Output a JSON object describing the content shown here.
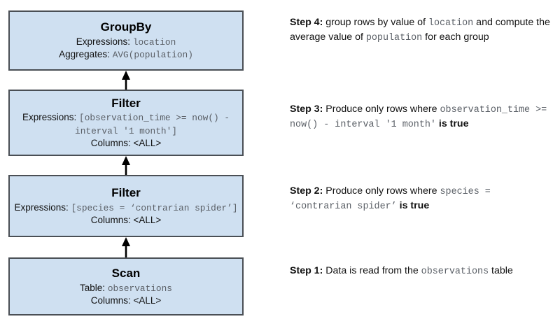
{
  "diagram": {
    "type": "query-plan-flow",
    "background_color": "#ffffff",
    "node_fill_color": "#cfe0f1",
    "node_border_color": "#4a4f55",
    "code_text_color": "#5a5f66",
    "label_text_color": "#111111",
    "arrow_color": "#000000",
    "flow_direction": "bottom-to-top"
  },
  "nodes": [
    {
      "id": "groupby",
      "title": "GroupBy",
      "rows": [
        {
          "label": "Expressions:",
          "value": "location",
          "value_style": "mono"
        },
        {
          "label": "Aggregates:",
          "value": "AVG(population)",
          "value_style": "mono"
        }
      ]
    },
    {
      "id": "filter-time",
      "title": "Filter",
      "rows": [
        {
          "label": "Expressions:",
          "value": "[observation_time >= now() - interval '1 month']",
          "value_style": "mono"
        },
        {
          "label": "Columns:",
          "value": "<ALL>",
          "value_style": "sans"
        }
      ]
    },
    {
      "id": "filter-species",
      "title": "Filter",
      "rows": [
        {
          "label": "Expressions:",
          "value": "[species = ‘contrarian spider’]",
          "value_style": "mono"
        },
        {
          "label": "Columns:",
          "value": "<ALL>",
          "value_style": "sans"
        }
      ]
    },
    {
      "id": "scan",
      "title": "Scan",
      "rows": [
        {
          "label": "Table:",
          "value": "observations",
          "value_style": "mono"
        },
        {
          "label": "Columns:",
          "value": "<ALL>",
          "value_style": "sans"
        }
      ]
    }
  ],
  "arrows": [
    {
      "id": "scan-to-filter-species",
      "from": "scan",
      "to": "filter-species",
      "direction": "up"
    },
    {
      "id": "filter-species-to-filter-time",
      "from": "filter-species",
      "to": "filter-time",
      "direction": "up"
    },
    {
      "id": "filter-time-to-groupby",
      "from": "filter-time",
      "to": "groupby",
      "direction": "up"
    }
  ],
  "steps": [
    {
      "id": "step-4",
      "label": "Step 4:",
      "parts": [
        {
          "text": " group rows by value of ",
          "style": "plain"
        },
        {
          "text": "location",
          "style": "code"
        },
        {
          "text": " and compute the average value of ",
          "style": "plain"
        },
        {
          "text": "population",
          "style": "code"
        },
        {
          "text": " for each group",
          "style": "plain"
        }
      ]
    },
    {
      "id": "step-3",
      "label": "Step 3:",
      "parts": [
        {
          "text": " Produce only rows where ",
          "style": "plain"
        },
        {
          "text": "observation_time >= now() - interval '1 month'",
          "style": "code"
        },
        {
          "text": " is true",
          "style": "bold"
        }
      ]
    },
    {
      "id": "step-2",
      "label": "Step 2:",
      "parts": [
        {
          "text": " Produce only rows where ",
          "style": "plain"
        },
        {
          "text": "species = ‘contrarian spider’",
          "style": "code"
        },
        {
          "text": " is true",
          "style": "bold"
        }
      ]
    },
    {
      "id": "step-1",
      "label": "Step 1:",
      "parts": [
        {
          "text": " Data is read from the ",
          "style": "plain"
        },
        {
          "text": "observations",
          "style": "code"
        },
        {
          "text": " table",
          "style": "plain"
        }
      ]
    }
  ]
}
